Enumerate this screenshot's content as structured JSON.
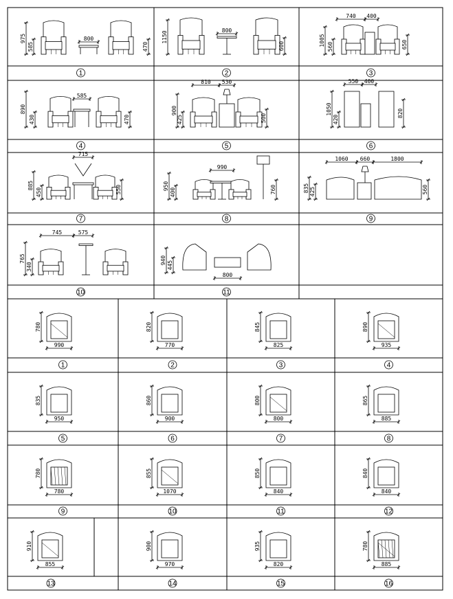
{
  "elevations": [
    {
      "label": "1",
      "dims": {
        "w": "800",
        "h1": "975",
        "h2": "585",
        "h3": "470"
      }
    },
    {
      "label": "2",
      "dims": {
        "w": "800",
        "h1": "1150",
        "h2": "600"
      }
    },
    {
      "label": "3",
      "dims": {
        "w1": "740",
        "w2": "400",
        "h1": "1005",
        "h2": "560",
        "h3": "650"
      }
    },
    {
      "label": "4",
      "dims": {
        "w": "585",
        "h1": "890",
        "h2": "430",
        "h3": "470"
      }
    },
    {
      "label": "5",
      "dims": {
        "w1": "810",
        "w2": "530",
        "h1": "900",
        "h2": "425",
        "h3": "500"
      }
    },
    {
      "label": "6",
      "dims": {
        "w1": "550",
        "w2": "400",
        "h1": "1050",
        "h2": "420",
        "h3": "820"
      }
    },
    {
      "label": "7",
      "dims": {
        "w": "715",
        "h1": "885",
        "h2": "450",
        "h3": "550"
      }
    },
    {
      "label": "8",
      "dims": {
        "w": "990",
        "h1": "950",
        "h2": "400",
        "h3": "760"
      }
    },
    {
      "label": "9",
      "dims": {
        "w1": "1060",
        "w2": "660",
        "w3": "1800",
        "h1": "835",
        "h2": "425",
        "h3": "560"
      }
    },
    {
      "label": "10",
      "dims": {
        "w1": "745",
        "w2": "575",
        "h1": "765",
        "h2": "340"
      }
    },
    {
      "label": "11",
      "dims": {
        "w": "800",
        "h1": "940",
        "h2": "445"
      }
    }
  ],
  "plans": [
    {
      "label": "1",
      "depth": "780",
      "width": "990"
    },
    {
      "label": "2",
      "depth": "820",
      "width": "770"
    },
    {
      "label": "3",
      "depth": "845",
      "width": "825"
    },
    {
      "label": "4",
      "depth": "890",
      "width": "935"
    },
    {
      "label": "5",
      "depth": "835",
      "width": "950"
    },
    {
      "label": "6",
      "depth": "860",
      "width": "900"
    },
    {
      "label": "7",
      "depth": "800",
      "width": "800"
    },
    {
      "label": "8",
      "depth": "865",
      "width": "885"
    },
    {
      "label": "9",
      "depth": "780",
      "width": "780"
    },
    {
      "label": "10",
      "depth": "855",
      "width": "1070"
    },
    {
      "label": "11",
      "depth": "850",
      "width": "840"
    },
    {
      "label": "12",
      "depth": "840",
      "width": "840"
    },
    {
      "label": "13",
      "depth": "910",
      "width": "855"
    },
    {
      "label": "14",
      "depth": "900",
      "width": "970"
    },
    {
      "label": "15",
      "depth": "935",
      "width": "820"
    },
    {
      "label": "16",
      "depth": "780",
      "width": "885"
    }
  ]
}
